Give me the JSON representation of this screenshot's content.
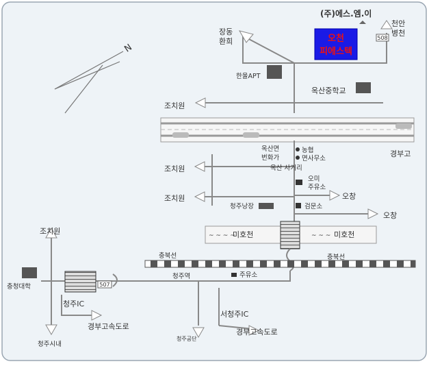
{
  "company": "(주)에스.엠.이",
  "destination": {
    "line1": "오천",
    "line2": "피에스텍",
    "color": "#ee1111"
  },
  "places": {
    "jangdong": [
      "장동",
      "환희"
    ],
    "cheonan": [
      "천안",
      "병천"
    ],
    "hanul_apt": "한울APT",
    "oksan_school": "옥산중학교",
    "jochiwon": "조치원",
    "gyeongbu_go": "경부고",
    "oksan_myeon": [
      "옥산면",
      "번화가"
    ],
    "nonghyup": "농협",
    "myeon_office": "면사무소",
    "oksan_intersection": "옥산 사거리",
    "omi_gas": [
      "오미",
      "주유소"
    ],
    "ochang": "오창",
    "inspection": "검문소",
    "cheongju_farm": "청주낭장",
    "michocheon": "미호천",
    "chungbuk_line": "충북선",
    "chungbuk_univ": "충청대학",
    "cheongju_station": "청주역",
    "gas_station": "주유소",
    "cheongju_ic": "청주IC",
    "gyeongbu_expressway": "경부고속도로",
    "seocheongju_ic": "서청주IC",
    "cheongju_city": "청주시내",
    "cheongju_industrial": "청주공단"
  },
  "route_numbers": {
    "r508": "508",
    "r507": "507"
  },
  "north_label": "N"
}
